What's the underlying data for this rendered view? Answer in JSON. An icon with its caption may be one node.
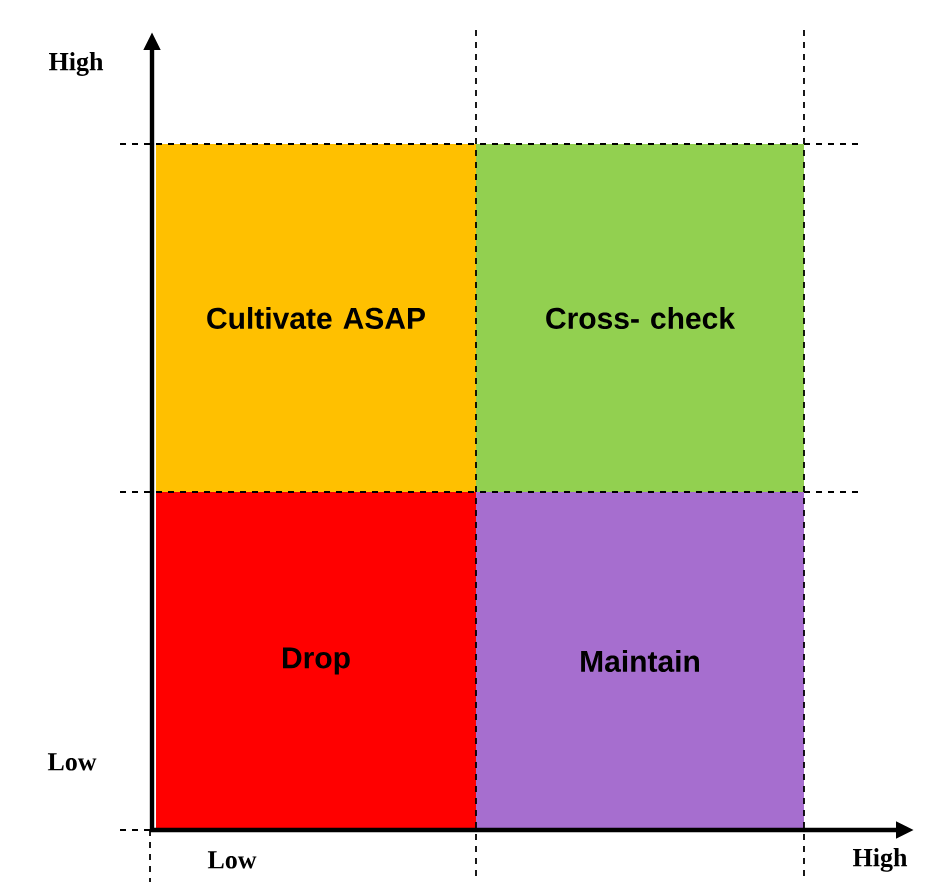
{
  "diagram": {
    "nodes": [
      {
        "text": [
          "Cultivate ASAP"
        ]
      },
      {
        "text": [
          "Cross- check"
        ]
      },
      {
        "text": [
          "Drop"
        ]
      },
      {
        "text": [
          "Maintain"
        ]
      }
    ],
    "labels": [
      "High",
      "Low",
      "Low",
      "High"
    ]
  }
}
